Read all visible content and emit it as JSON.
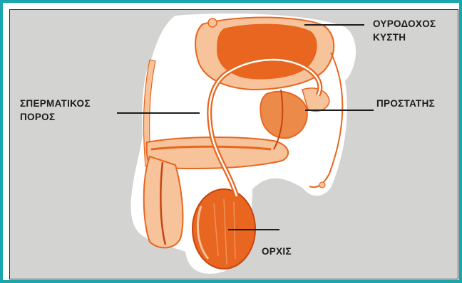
{
  "labels": {
    "bladder": [
      "ΟΥΡΟΔΟΧΟΣ",
      "ΚΥΣΤΗ"
    ],
    "vas_deferens": [
      "ΣΠΕΡΜΑΤΙΚΟΣ",
      "ΠΟΡΟΣ"
    ],
    "prostate": "ΠΡΟΣΤΑΤΗΣ",
    "testis": "ΟΡΧΙΣ"
  },
  "colors": {
    "frame_border": "#1aa6ae",
    "panel_background": "#d3d3d2",
    "organ_orange": "#e8661f",
    "organ_pale": "#f6c39b",
    "organ_dark": "#c8440f",
    "label_text": "#1c1c1c"
  }
}
